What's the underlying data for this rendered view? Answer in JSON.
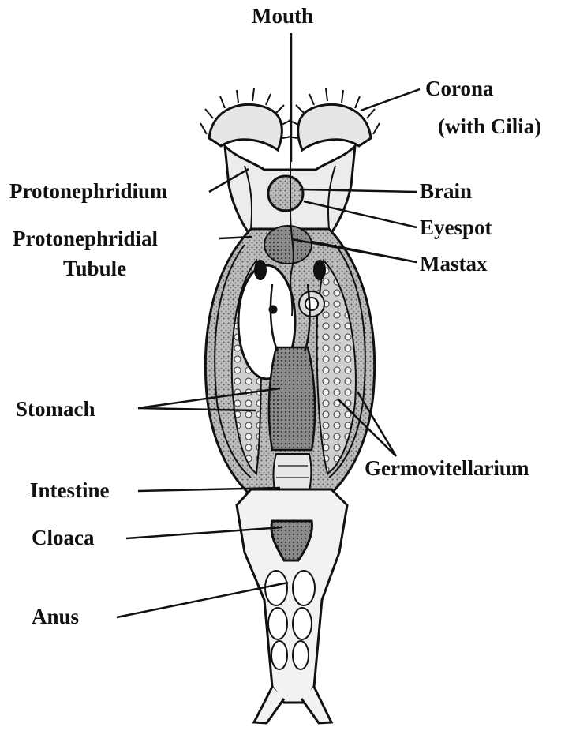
{
  "labels": {
    "mouth": "Mouth",
    "corona": "Corona",
    "corona_sub": "(with Cilia)",
    "protonephridium": "Protonephridium",
    "brain": "Brain",
    "eyespot": "Eyespot",
    "protonephridial_1": "Protonephridial",
    "protonephridial_2": "Tubule",
    "mastax": "Mastax",
    "stomach": "Stomach",
    "germovitellarium": "Germovitellarium",
    "intestine": "Intestine",
    "cloaca": "Cloaca",
    "anus": "Anus"
  },
  "colors": {
    "ink": "#111111",
    "organ_fill": "#9a9a9a",
    "body_fill": "#d8d8d8"
  }
}
